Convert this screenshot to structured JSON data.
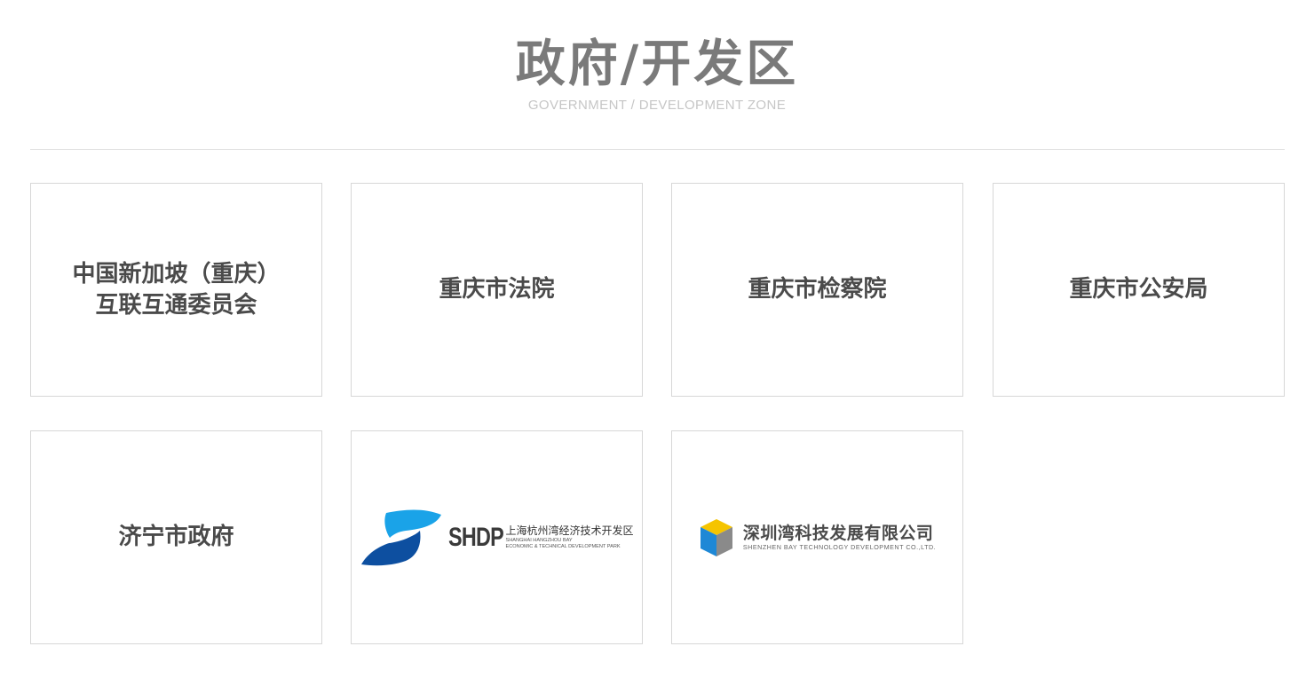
{
  "header": {
    "title": "政府/开发区",
    "subtitle": "GOVERNMENT / DEVELOPMENT ZONE"
  },
  "cards": [
    {
      "lines": [
        "中国新加坡（重庆）",
        "互联互通委员会"
      ]
    },
    {
      "lines": [
        "重庆市法院"
      ]
    },
    {
      "lines": [
        "重庆市检察院"
      ]
    },
    {
      "lines": [
        "重庆市公安局"
      ]
    },
    {
      "lines": [
        "济宁市政府"
      ]
    },
    {
      "logo": {
        "abbr": "SHDP",
        "cn": "上海杭州湾经济技术开发区",
        "en1": "SHANGHAI HANGZHOU BAY",
        "en2": "ECONOMIC & TECHNICAL DEVELOPMENT PARK",
        "colors": {
          "light": "#1aa3e8",
          "dark": "#0d4fa0"
        }
      }
    },
    {
      "logo": {
        "cn": "深圳湾科技发展有限公司",
        "en": "SHENZHEN BAY TECHNOLOGY DEVELOPMENT CO.,LTD.",
        "colors": {
          "top": "#f5c400",
          "left": "#1e88d6",
          "right": "#8a8a8a"
        }
      }
    }
  ]
}
